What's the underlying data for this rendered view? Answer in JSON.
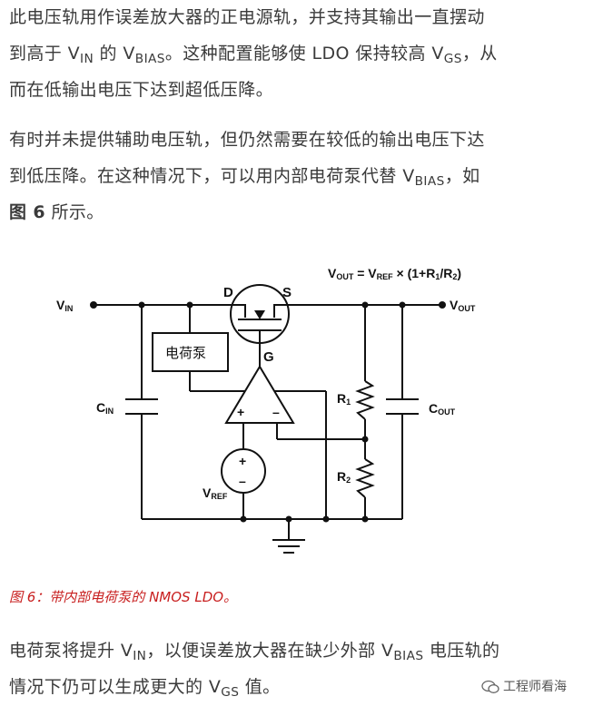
{
  "para1": {
    "l1": "此电压轨用作误差放大器的正电源轨，并支持其输出一直摆动",
    "l2a": "到高于 V",
    "l2b": "IN",
    "l2c": " 的 V",
    "l2d": "BIAS",
    "l2e": "。这种配置能够使 LDO 保持较高 V",
    "l2f": "GS",
    "l2g": "，从",
    "l3": "而在低输出电压下达到超低压降。"
  },
  "para2": {
    "l1": "有时并未提供辅助电压轨，但仍然需要在较低的输出电压下达",
    "l2a": "到低压降。在这种情况下，可以用内部电荷泵代替 V",
    "l2b": "BIAS",
    "l2c": "，如",
    "l3a": "图 6",
    "l3b": " 所示。"
  },
  "figure": {
    "formula_vout": "V",
    "formula_vout_sub": "OUT",
    "formula_eq": " = V",
    "formula_vref_sub": "REF",
    "formula_mid": " × (1+R",
    "formula_r1_sub": "1",
    "formula_slash": "/R",
    "formula_r2_sub": "2",
    "formula_end": ")",
    "vin": "V",
    "vin_sub": "IN",
    "vout": "V",
    "vout_sub": "OUT",
    "drain": "D",
    "source": "S",
    "gate": "G",
    "charge_pump": "电荷泵",
    "cin": "C",
    "cin_sub": "IN",
    "cout": "C",
    "cout_sub": "OUT",
    "r1": "R",
    "r1_sub": "1",
    "r2": "R",
    "r2_sub": "2",
    "vref": "V",
    "vref_sub": "REF",
    "plus_in": "+",
    "minus_in": "–",
    "src_plus": "+",
    "src_minus": "–"
  },
  "caption": "图 6：带内部电荷泵的 NMOS LDO。",
  "para3": {
    "l1a": "电荷泵将提升 V",
    "l1b": "IN",
    "l1c": "，以便误差放大器在缺少外部 V",
    "l1d": "BIAS",
    "l1e": " 电压轨的",
    "l2a": "情况下仍可以生成更大的 V",
    "l2b": "GS",
    "l2c": " 值。"
  },
  "watermark": "工程师看海",
  "colors": {
    "caption": "#c81e1e",
    "text": "#3a3a3a",
    "wire": "#111111"
  }
}
